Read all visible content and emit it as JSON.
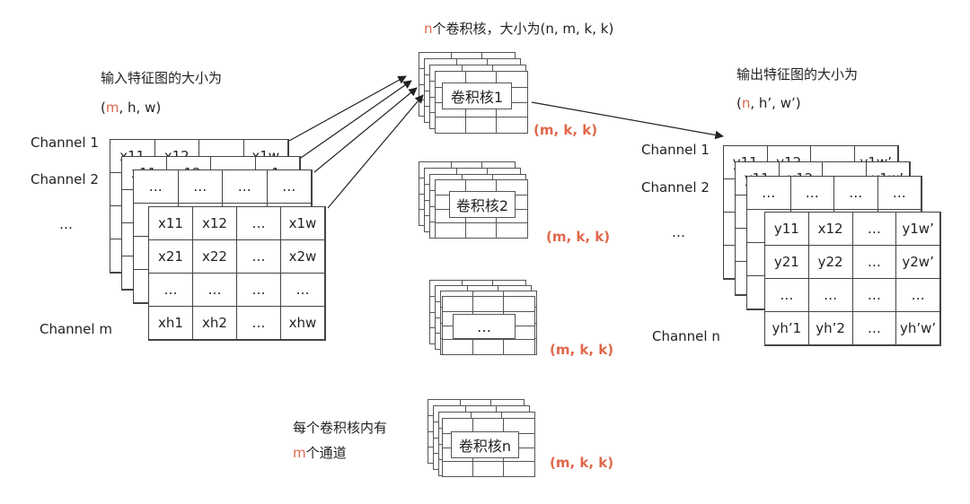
{
  "top_title": {
    "n": "n",
    "rest": "个卷积核，大小为(n, m, k, k)"
  },
  "input": {
    "title": "输入特征图的大小为",
    "shape_open": "(",
    "shape_m": "m",
    "shape_rest": ", h, w)",
    "channel_labels": [
      "Channel 1",
      "Channel 2",
      "…",
      "Channel m"
    ],
    "back1_cells": [
      "x11",
      "x12",
      "",
      "x1w"
    ],
    "back2_cells": [
      "x11",
      "x12",
      "",
      "x1w"
    ],
    "mid_cells": [
      "…",
      "…",
      "…",
      "…"
    ],
    "front_cells": [
      [
        "x11",
        "x12",
        "…",
        "x1w"
      ],
      [
        "x21",
        "x22",
        "…",
        "x2w"
      ],
      [
        "…",
        "…",
        "…",
        "…"
      ],
      [
        "xh1",
        "xh2",
        "…",
        "xhw"
      ]
    ]
  },
  "kernels": [
    {
      "label": "卷积核1",
      "shape": "(m, k, k)"
    },
    {
      "label": "卷积核2",
      "shape": "(m, k, k)"
    },
    {
      "label": "…",
      "shape": "(m, k, k)"
    },
    {
      "label": "卷积核n",
      "shape": "(m, k, k)"
    }
  ],
  "kernel_note": {
    "line1": "每个卷积核内有",
    "m": "m",
    "line2": "个通道"
  },
  "output": {
    "title": "输出特征图的大小为",
    "shape_open": "(",
    "shape_n": "n",
    "shape_rest": ", h’, w’)",
    "channel_labels": [
      "Channel 1",
      "Channel 2",
      "…",
      "Channel n"
    ],
    "back1_cells": [
      "y11",
      "y12",
      "",
      "y1w’"
    ],
    "back2_cells": [
      "y11",
      "y12",
      "",
      "y1w’"
    ],
    "mid_cells": [
      "…",
      "…",
      "…",
      "…"
    ],
    "front_cells": [
      [
        "y11",
        "x12",
        "…",
        "y1w’"
      ],
      [
        "y21",
        "y22",
        "…",
        "y2w’"
      ],
      [
        "…",
        "…",
        "…",
        "…"
      ],
      [
        "yh’1",
        "yh’2",
        "…",
        "yh’w’"
      ]
    ]
  }
}
